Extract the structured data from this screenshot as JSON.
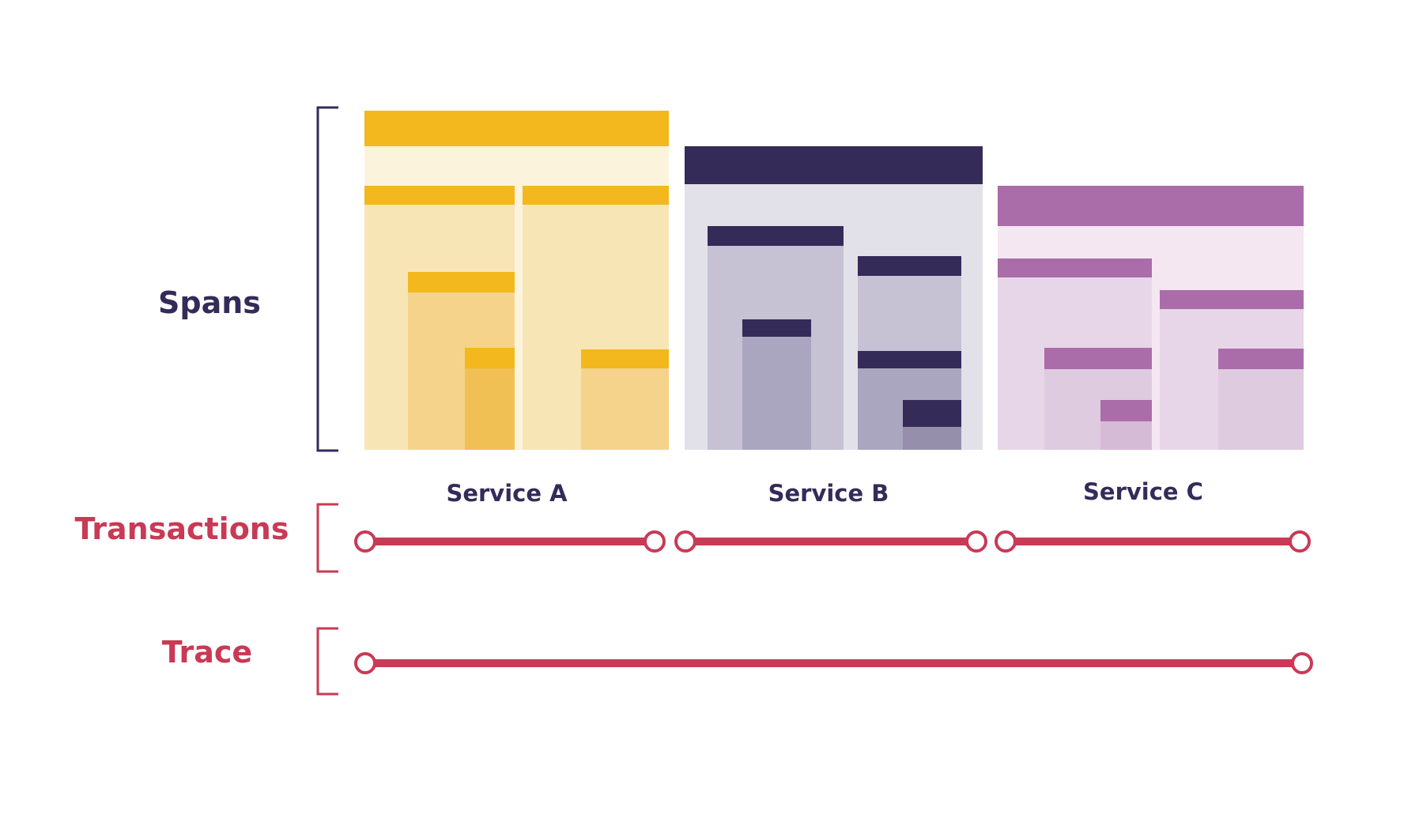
{
  "labels": {
    "spans": "Spans",
    "transactions": "Transactions",
    "trace": "Trace"
  },
  "services": [
    {
      "name": "Service A",
      "bar_color": "#F2B81E",
      "bg_color": "#FBF3DC",
      "panel_color": "#F8E5B6",
      "inner_color": "#F5D38A",
      "deep_color": "#F1C055"
    },
    {
      "name": "Service B",
      "bar_color": "#352B59",
      "bg_color": "#E2E1E9",
      "panel_color": "#C6C2D4",
      "inner_color": "#ABA6BF",
      "deep_color": "#958FAB"
    },
    {
      "name": "Service C",
      "bar_color": "#AB6CAA",
      "bg_color": "#F4E7F2",
      "panel_color": "#E7D6E7",
      "inner_color": "#DFCBDF",
      "deep_color": "#D6BBD6"
    }
  ],
  "colors": {
    "spans_label": "#352B59",
    "bracket_spans": "#352B59",
    "transactions_label": "#C83A55",
    "line": "#C83A55",
    "service_label": "#352B59"
  }
}
